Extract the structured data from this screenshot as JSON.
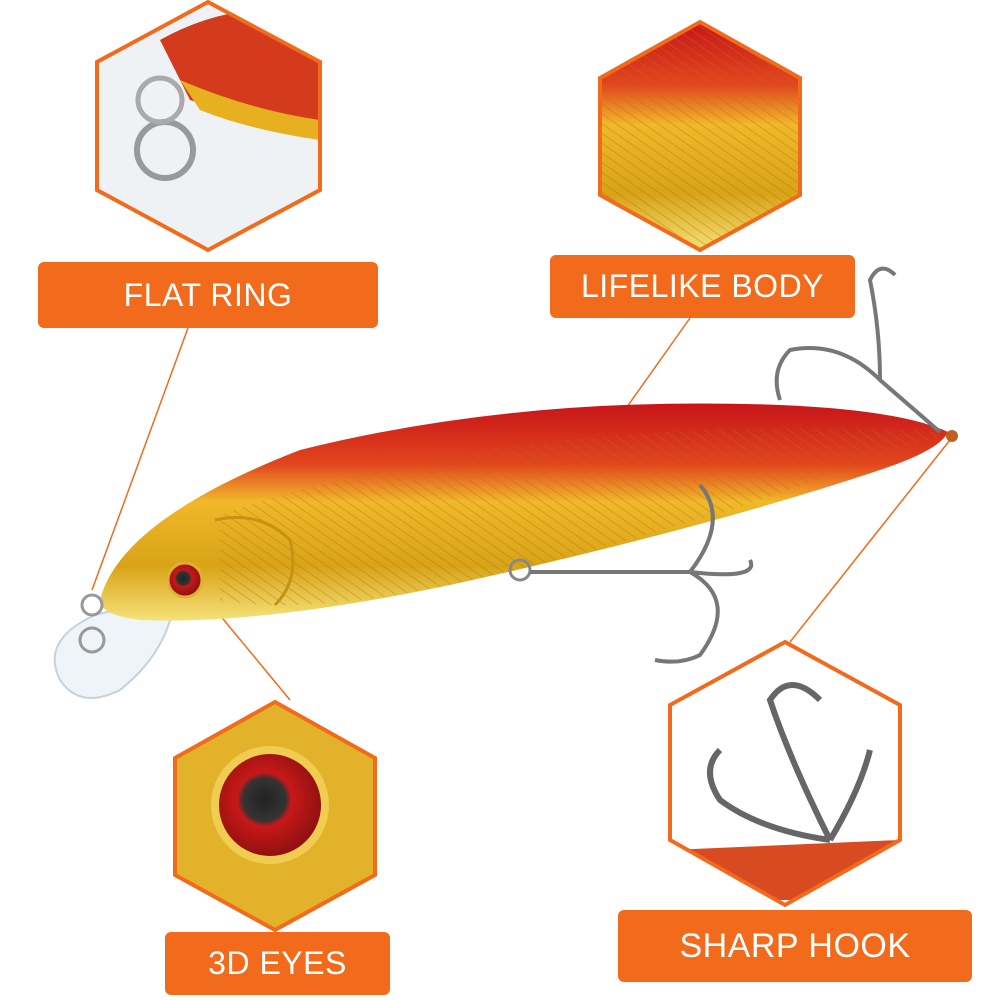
{
  "callouts": {
    "flat_ring": "FLAT RING",
    "lifelike_body": "LIFELIKE BODY",
    "eyes": "3D EYES",
    "sharp_hook": "SHARP HOOK"
  },
  "colors": {
    "accent": "#f26a1b",
    "body_gold": "#e8b820",
    "body_red": "#d42a1c"
  }
}
